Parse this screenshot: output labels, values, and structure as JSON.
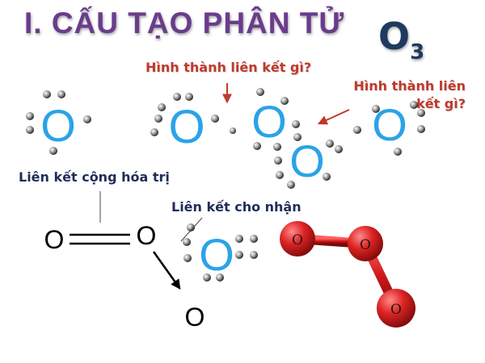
{
  "title": "I. CẤU TẠO PHÂN TỬ",
  "formula": {
    "symbol": "O",
    "subscript": "3"
  },
  "questions": {
    "q1": "Hình thành liên kết gì?",
    "q2_line1": "Hình thành liên",
    "q2_line2": "kết gì?"
  },
  "labels": {
    "covalent": "Liên kết cộng hóa trị",
    "coordinate": "Liên kết cho nhận"
  },
  "atom_symbol": "O",
  "colors": {
    "title": "#6a3c8c",
    "formula": "#1e3a5f",
    "question": "#c0392b",
    "label": "#1f2d5a",
    "atom": "#2aa3e8",
    "ball": "#d42020"
  }
}
